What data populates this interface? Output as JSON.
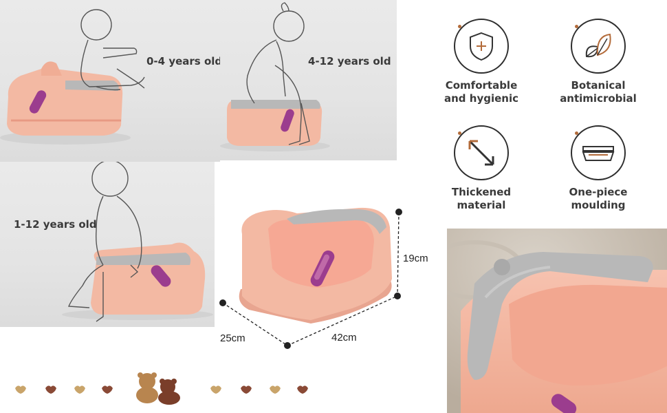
{
  "age_groups": [
    {
      "label": "0-4 years old"
    },
    {
      "label": "4-12 years old"
    },
    {
      "label": "1-12 years old"
    }
  ],
  "features": [
    {
      "icon": "shield-plus-icon",
      "label_line1": "Comfortable",
      "label_line2": "and hygienic"
    },
    {
      "icon": "leaf-icon",
      "label_line1": "Botanical",
      "label_line2": "antimicrobial"
    },
    {
      "icon": "diagonal-arrows-icon",
      "label_line1": "Thickened",
      "label_line2": "material"
    },
    {
      "icon": "molded-tray-icon",
      "label_line1": "One-piece",
      "label_line2": "moulding"
    }
  ],
  "dimensions": {
    "height": "19cm",
    "depth": "25cm",
    "length": "42cm"
  },
  "colors": {
    "potty_pink": "#f3b9a3",
    "potty_pink_dark": "#e89a84",
    "seat_gray": "#b8b8b8",
    "handle_purple": "#9b3d8e",
    "heart_brown": "#8a4a36",
    "heart_tan": "#c9a46a"
  }
}
